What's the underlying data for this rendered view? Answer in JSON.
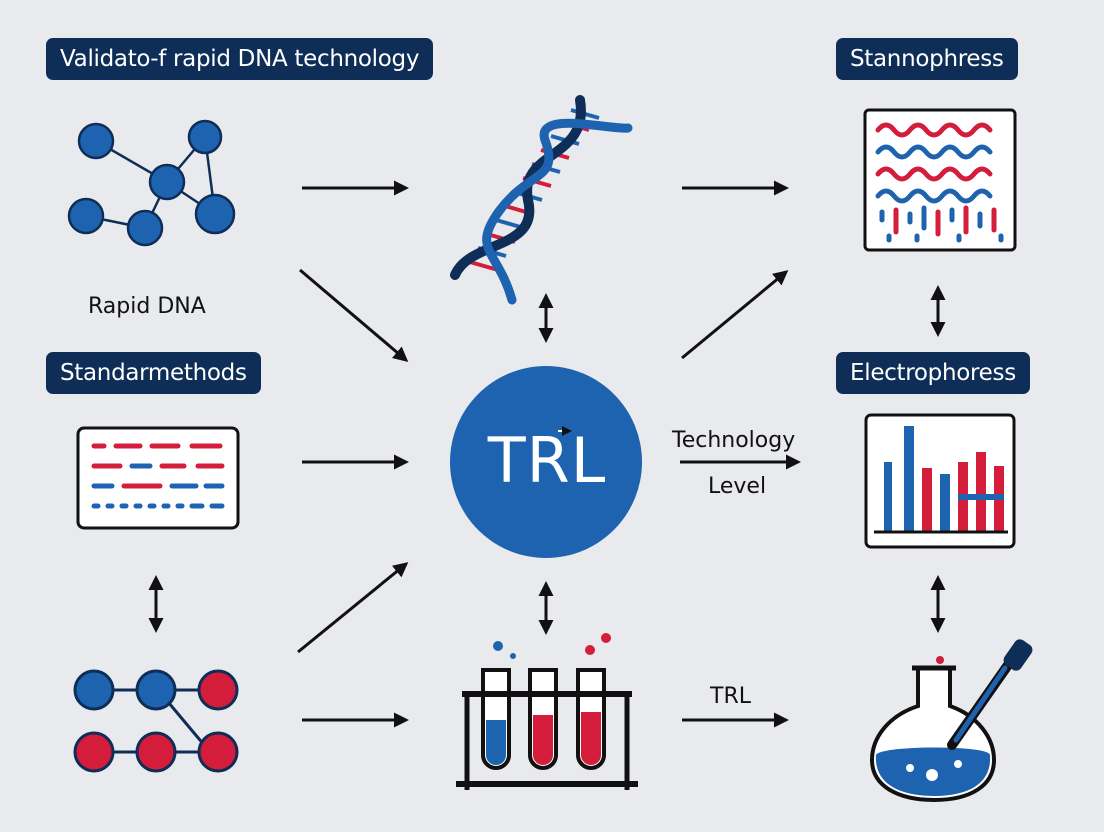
{
  "labels": {
    "title_validation": "Validato‑f rapid DNA technology",
    "standard_methods": "Standarmethods",
    "stannophress": "Stannophress",
    "electrophoress": "Electrophoress",
    "rapid_dna": "Rapid DNA",
    "trl_center": "TRL",
    "technology": "Technology",
    "level": "Level",
    "trl_bottom": "TRL"
  },
  "colors": {
    "background": "#e9eaed",
    "navy": "#0e2d57",
    "blue": "#1d63b0",
    "red": "#d31d3a",
    "ink": "#111111"
  },
  "icons": [
    "molecule-network-icon",
    "dna-helix-icon",
    "gel-pattern-icon",
    "gel-bands-icon",
    "bar-chart-icon",
    "molecule-chain-icon",
    "test-tube-rack-icon",
    "flask-pipette-icon"
  ]
}
